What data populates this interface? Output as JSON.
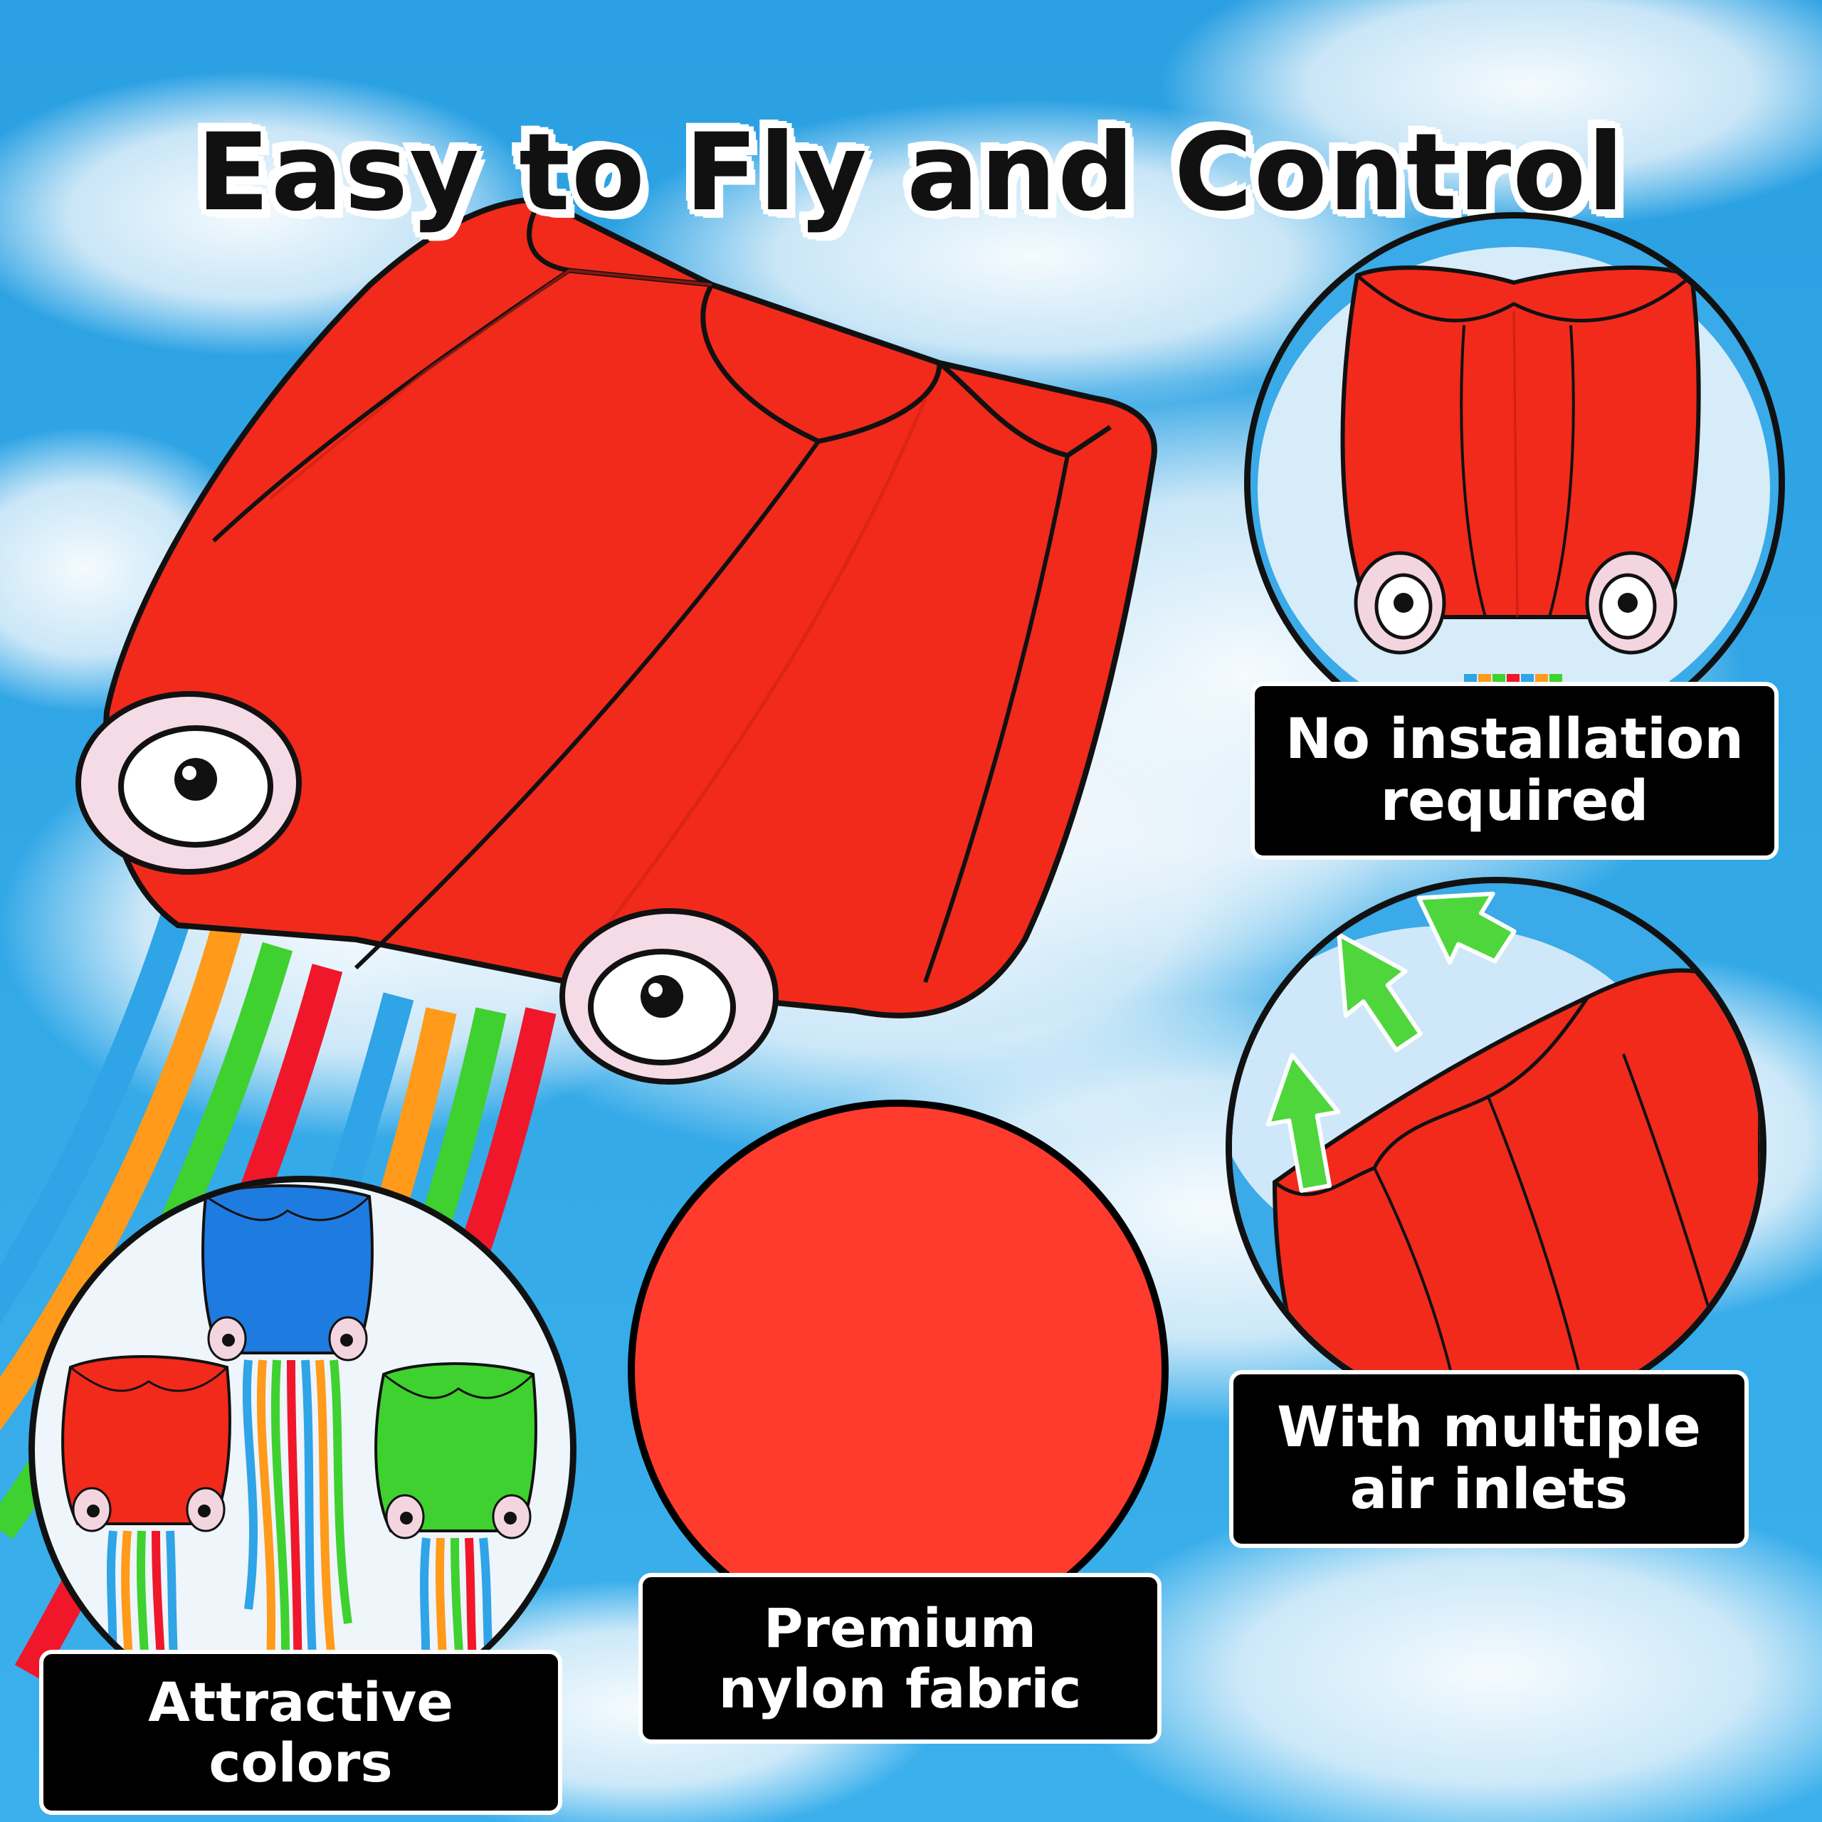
{
  "title": "Easy to Fly and Control",
  "features": {
    "no_install": {
      "line1": "No installation",
      "line2": "required"
    },
    "air_inlets": {
      "line1": "With multiple",
      "line2": "air inlets"
    },
    "nylon": {
      "line1": "Premium",
      "line2": "nylon fabric"
    },
    "colors": {
      "line1": "Attractive",
      "line2": "colors"
    }
  },
  "palette": {
    "sky": "#2fa6e6",
    "kite_red": "#f12a1b",
    "fabric_swatch": "#ff3b2e",
    "kite_blue": "#1e7be0",
    "kite_green": "#3fd12f",
    "arrow_green": "#4fd63c"
  }
}
